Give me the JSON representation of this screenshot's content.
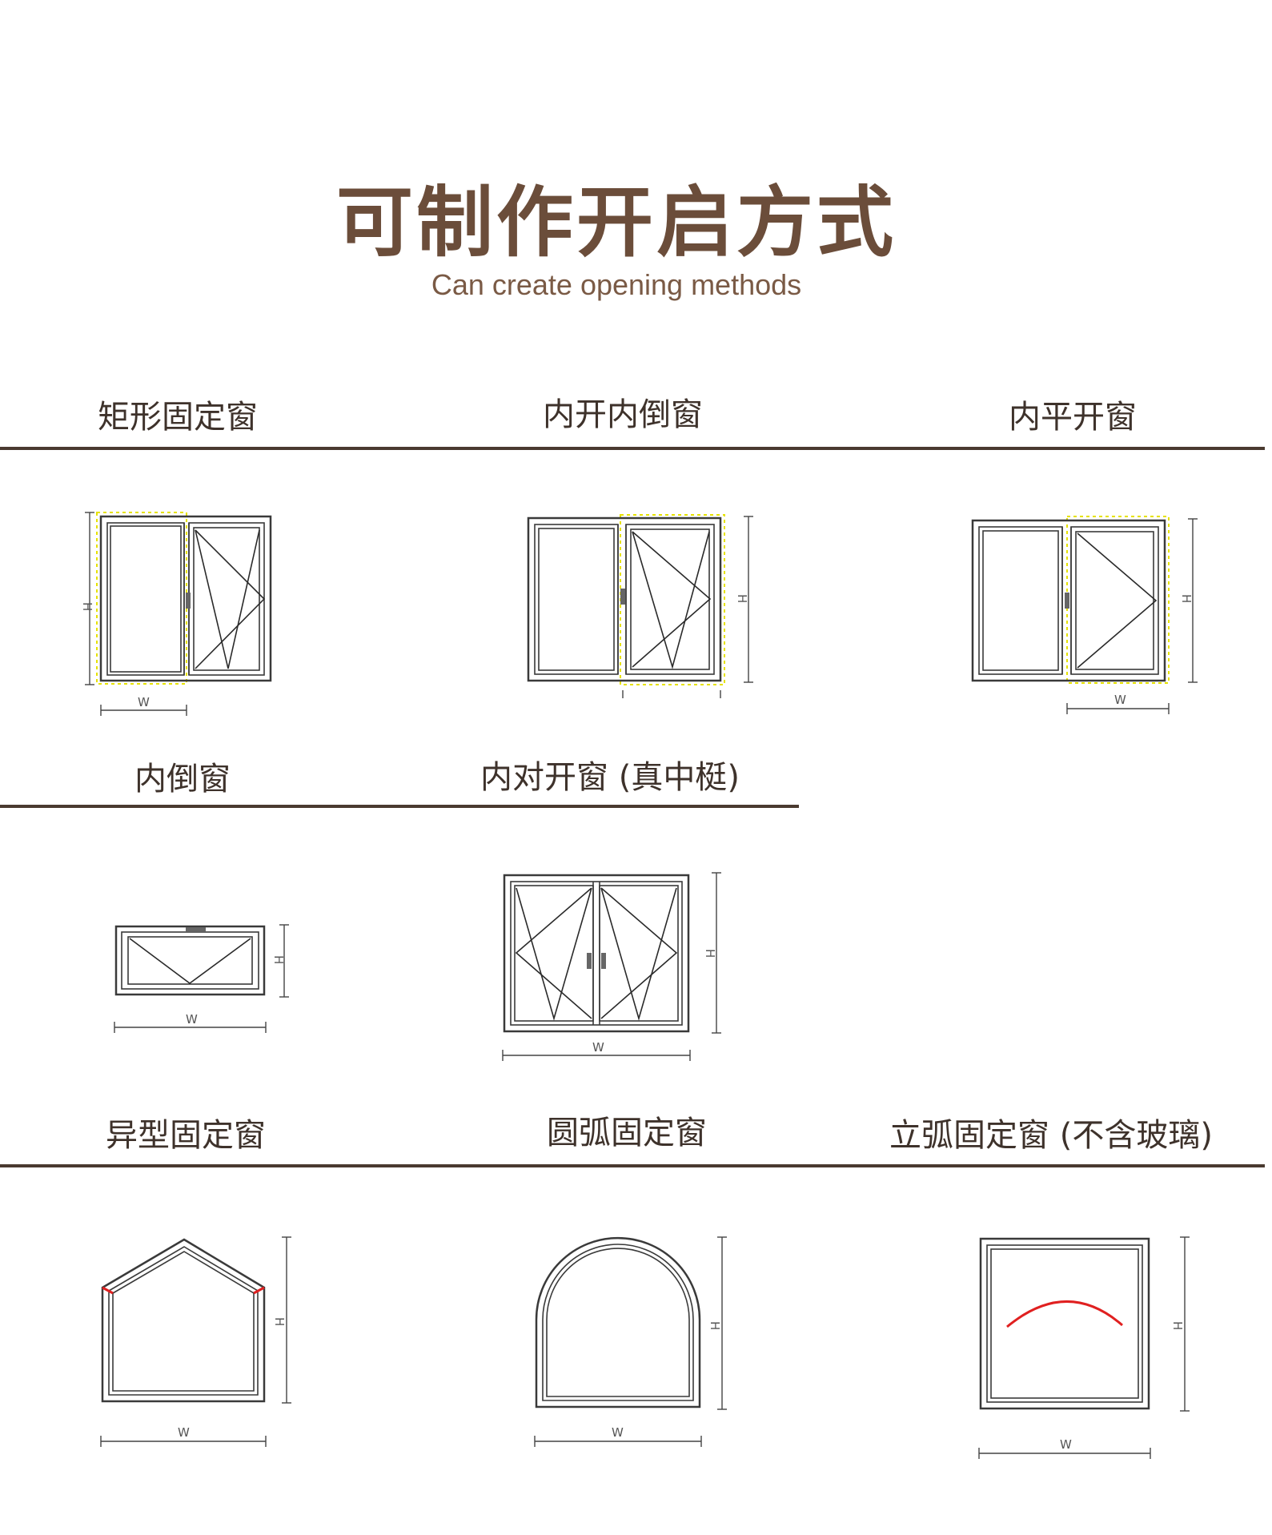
{
  "heading": {
    "title": "可制作开启方式",
    "subtitle": "Can create opening methods"
  },
  "rows": [
    {
      "items": [
        {
          "label": "矩形固定窗"
        },
        {
          "label": "内开内倒窗"
        },
        {
          "label": "内平开窗"
        }
      ]
    },
    {
      "items": [
        {
          "label": "内倒窗"
        },
        {
          "label": "内对开窗 (真中梃)"
        }
      ]
    },
    {
      "items": [
        {
          "label": "异型固定窗"
        },
        {
          "label": "圆弧固定窗"
        },
        {
          "label": "立弧固定窗 (不含玻璃)"
        }
      ]
    }
  ],
  "dimension_labels": {
    "width": "W",
    "height": "H"
  },
  "colors": {
    "title": "#6b4d3a",
    "rule": "#4a3a30",
    "frame": "#3a3a3a",
    "accent_red": "#e02020",
    "dashed_yellow": "#e6e200"
  }
}
